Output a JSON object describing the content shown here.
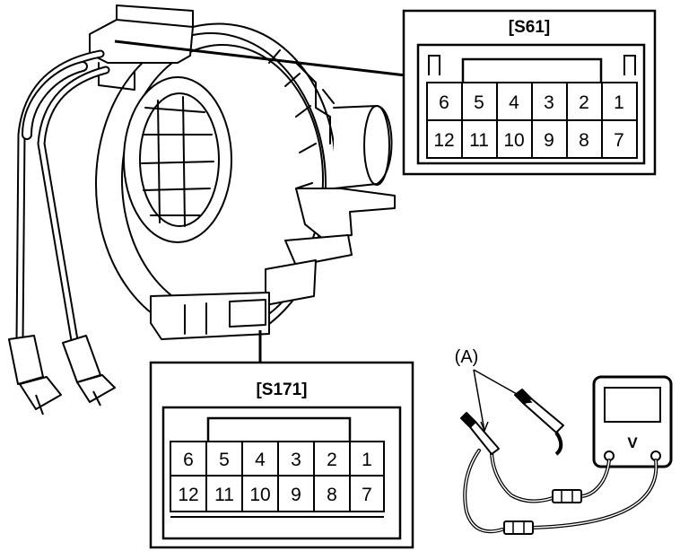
{
  "connector_s61": {
    "title": "[S61]",
    "top_row": [
      "6",
      "5",
      "4",
      "3",
      "2",
      "1"
    ],
    "bottom_row": [
      "12",
      "11",
      "10",
      "9",
      "8",
      "7"
    ]
  },
  "connector_s171": {
    "title": "[S171]",
    "top_row": [
      "6",
      "5",
      "4",
      "3",
      "2",
      "1"
    ],
    "bottom_row": [
      "12",
      "11",
      "10",
      "9",
      "8",
      "7"
    ]
  },
  "meter": {
    "label": "V",
    "probe_label": "(A)"
  }
}
